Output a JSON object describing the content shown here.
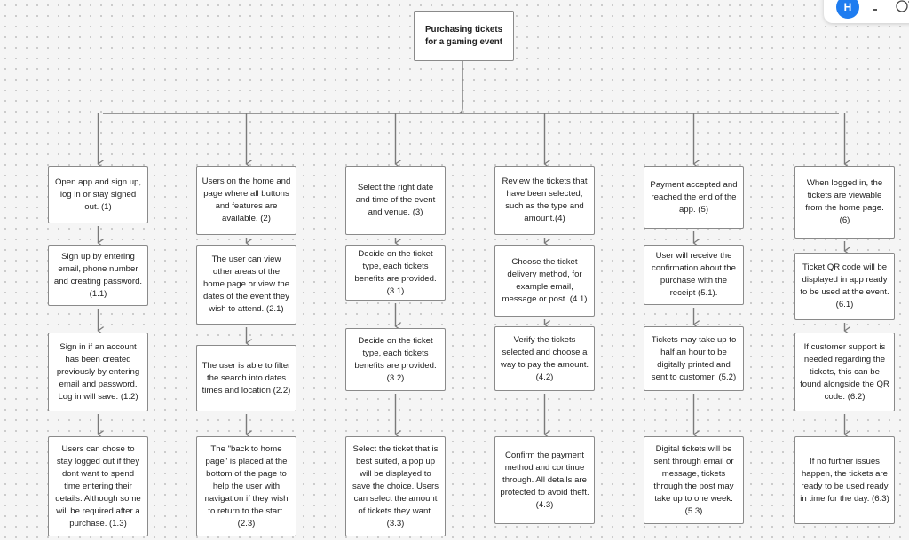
{
  "root": {
    "label": "Purchasing tickets\nfor a gaming event"
  },
  "toolbar": {
    "avatar_initial": "H"
  },
  "columns": [
    {
      "id": "1",
      "steps": [
        "Open app and sign up, log in or stay signed out. (1)",
        "Sign up by entering email, phone number and creating password. (1.1)",
        "Sign in if an account has been created previously by entering email and password. Log in will save. (1.2)",
        "Users can chose to stay logged out if they dont want to spend time entering their details. Although some will be required after a purchase. (1.3)"
      ]
    },
    {
      "id": "2",
      "steps": [
        "Users on the home and page where all buttons and features are available. (2)",
        "The user can view other areas of the home page or view the dates of the event they wish to attend. (2.1)",
        "The user is able to filter the search into dates times and location (2.2)",
        "The \"back to home page\" is placed at the bottom of the page to help the user with navigation if they wish to return to the start. (2.3)"
      ]
    },
    {
      "id": "3",
      "steps": [
        "Select the right date and time of the event and venue. (3)",
        "Decide on the ticket type, each tickets benefits are provided. (3.1)",
        "Decide on the ticket type, each tickets benefits are provided. (3.2)",
        "Select the ticket that is best suited, a pop up will be displayed to save the choice. Users can select the amount of tickets they want. (3.3)"
      ]
    },
    {
      "id": "4",
      "steps": [
        "Review the tickets that have been selected, such as the type and amount.(4)",
        "Choose the ticket delivery method, for example email, message or post. (4.1)",
        "Verify the tickets selected and choose a way to pay the amount. (4.2)",
        "Confirm the payment method and continue through. All details are protected to avoid theft. (4.3)"
      ]
    },
    {
      "id": "5",
      "steps": [
        "Payment accepted and reached the end of the app. (5)",
        "User will receive the confirmation about the purchase with the receipt (5.1).",
        "Tickets may take up to half an hour to be digitally printed and sent to customer. (5.2)",
        "Digital tickets will be sent through email or message, tickets through the post may take up to one week. (5.3)"
      ]
    },
    {
      "id": "6",
      "steps": [
        "When logged in, the tickets are viewable from the home page. (6)",
        "Ticket QR code will be displayed in app ready to be used at the event. (6.1)",
        "If customer support is needed regarding the tickets, this can be found alongside the QR code. (6.2)",
        "If no further issues happen, the tickets are ready to be used ready in time for the day. (6.3)"
      ]
    }
  ]
}
